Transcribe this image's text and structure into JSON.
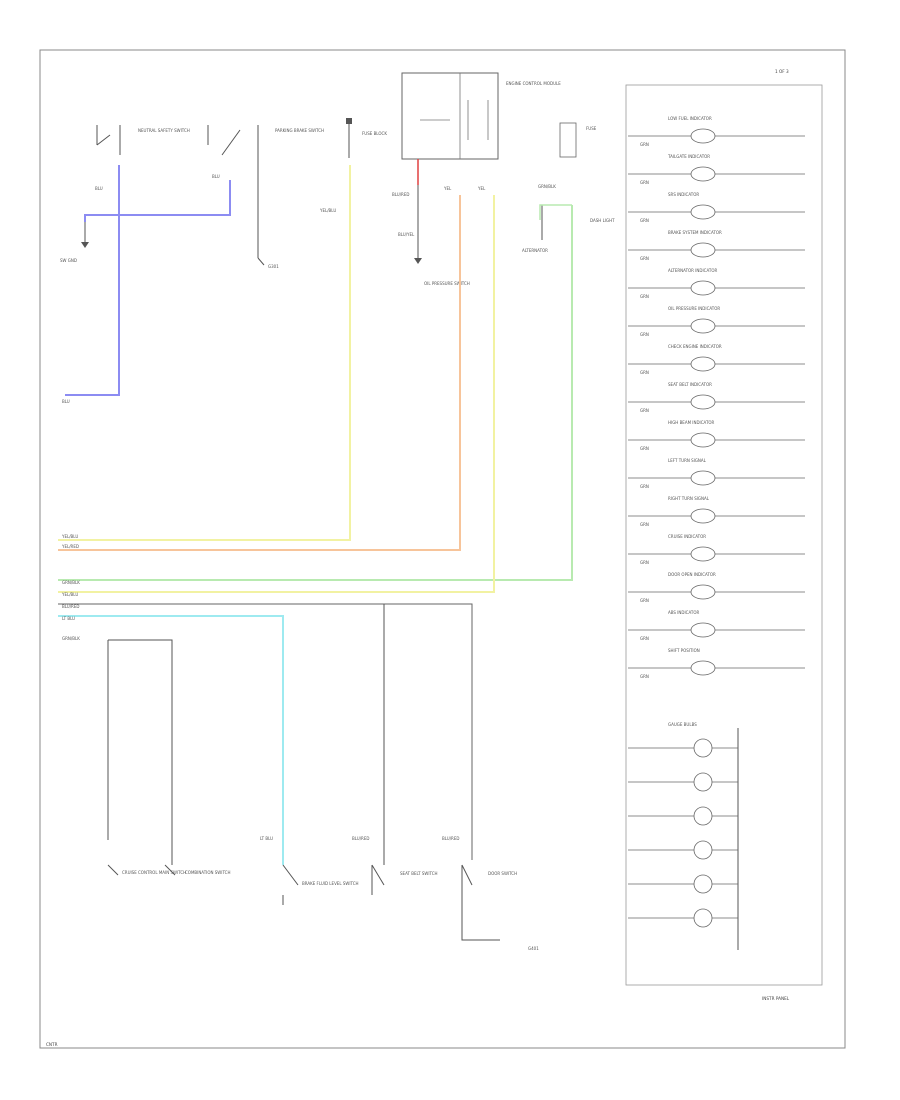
{
  "header": {
    "page_label": "1 OF 3",
    "footer_right": "INSTR PANEL",
    "footer_left": "CNTR"
  },
  "colors": {
    "blue": "#8c8cf2",
    "yellow": "#f2f2a2",
    "orange": "#f7c49a",
    "green": "#b8eab0",
    "cyan": "#9eeaf0",
    "black": "#555555",
    "red": "#e04040"
  },
  "top_left": {
    "sw1_label": "NEUTRAL SAFETY SWITCH",
    "sw1_wire": "BLU",
    "sw1_ground": "SW GND",
    "sw2_label": "PARKING BRAKE SWITCH",
    "sw2_wire": "BLU",
    "ground_label": "G301",
    "fuse_label": "FUSE BLOCK",
    "fuse_wire": "YEL/BLU",
    "blu_lead": "BLU"
  },
  "center_top": {
    "module_label": "ENGINE CONTROL MODULE",
    "oil_label": "OIL PRESSURE SWITCH",
    "wire_a": "BLU/RED",
    "wire_b": "YEL",
    "wire_c": "BLU/YEL",
    "wire_d": "YEL",
    "fuse2_label": "FUSE",
    "alt_label": "ALTERNATOR",
    "dash_label": "DASH LIGHT",
    "wire_e": "GRN/BLK"
  },
  "bus_labels": [
    "YEL/BLU",
    "YEL/RED",
    "GRN/BLK",
    "YEL/BLU",
    "BLU/RED",
    "LT BLU"
  ],
  "bottom": {
    "wire_1": "GRN/BLK",
    "s1": "CRUISE CONTROL MAIN SWITCH",
    "s2": "COMBINATION SWITCH",
    "s3": "BRAKE FLUID LEVEL SWITCH",
    "s4": "SEAT BELT SWITCH",
    "s5": "DOOR SWITCH",
    "wire_2": "LT BLU",
    "wire_3": "BLU/RED",
    "wire_4": "BLU/RED",
    "right_ground": "G401"
  },
  "cluster": {
    "indicators": [
      "LOW FUEL INDICATOR",
      "TAILGATE INDICATOR",
      "SRS INDICATOR",
      "BRAKE SYSTEM INDICATOR",
      "ALTERNATOR INDICATOR",
      "OIL PRESSURE INDICATOR",
      "CHECK ENGINE INDICATOR",
      "SEAT BELT INDICATOR",
      "HIGH BEAM INDICATOR",
      "LEFT TURN SIGNAL",
      "RIGHT TURN SIGNAL",
      "CRUISE INDICATOR",
      "DOOR OPEN INDICATOR",
      "ABS INDICATOR",
      "SHIFT POSITION"
    ],
    "wire_tag": "GRN",
    "gauge_header": "GAUGE BULBS"
  }
}
